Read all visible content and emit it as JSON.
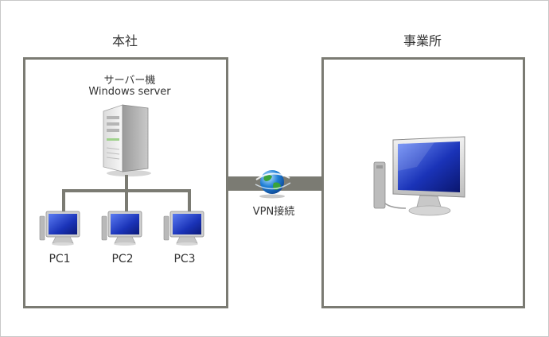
{
  "hq": {
    "title": "本社",
    "server_label_line1": "サーバー機",
    "server_label_line2": "Windows server",
    "pcs": [
      "PC1",
      "PC2",
      "PC3"
    ]
  },
  "branch": {
    "title": "事業所"
  },
  "connection": {
    "label": "VPN接続"
  },
  "colors": {
    "border": "#7b7b73",
    "screen_blue": "#1a33b8",
    "globe_blue": "#1f7fd6",
    "globe_green": "#3aa33a"
  },
  "icons": [
    "server-icon",
    "monitor-icon",
    "globe-icon"
  ]
}
